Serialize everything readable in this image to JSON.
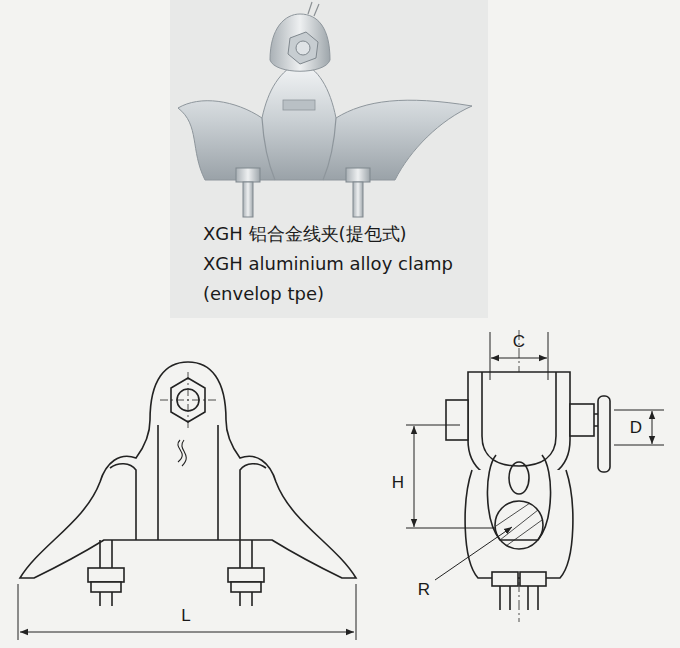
{
  "diagram": {
    "labels": [
      "XGH 铝合金线夹(提包式)",
      "XGH aluminium alloy clamp",
      "(envelop tpe)",
      "C",
      "D",
      "H",
      "R",
      "L"
    ]
  }
}
